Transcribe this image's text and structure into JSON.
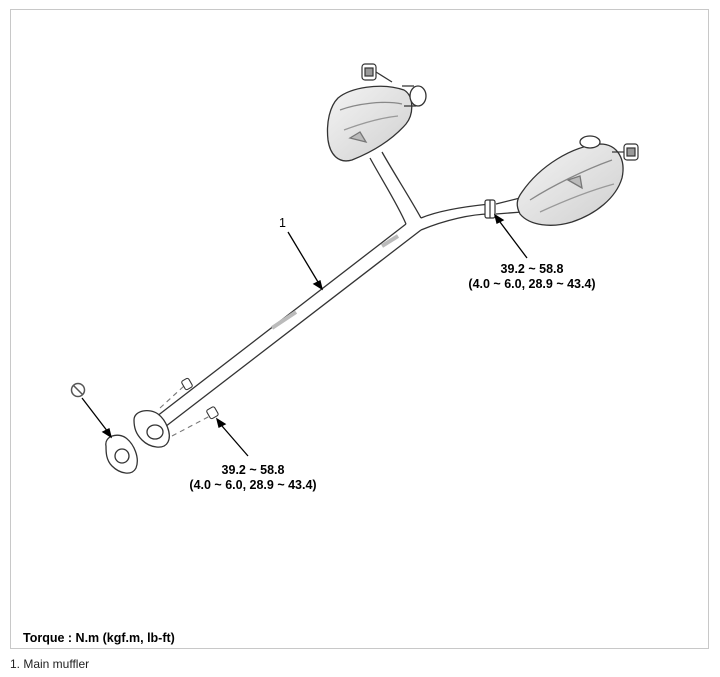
{
  "diagram": {
    "callout_number": "1",
    "torque_right": {
      "line1": "39.2 ~ 58.8",
      "line2": "(4.0 ~ 6.0, 28.9 ~ 43.4)"
    },
    "torque_left": {
      "line1": "39.2 ~ 58.8",
      "line2": "(4.0 ~ 6.0, 28.9 ~ 43.4)"
    },
    "torque_units": "Torque : N.m (kgf.m, lb-ft)"
  },
  "caption": "1. Main muffler",
  "colors": {
    "line": "#333333",
    "shade": "#d8d8d8",
    "frame": "#c8c8c8"
  }
}
